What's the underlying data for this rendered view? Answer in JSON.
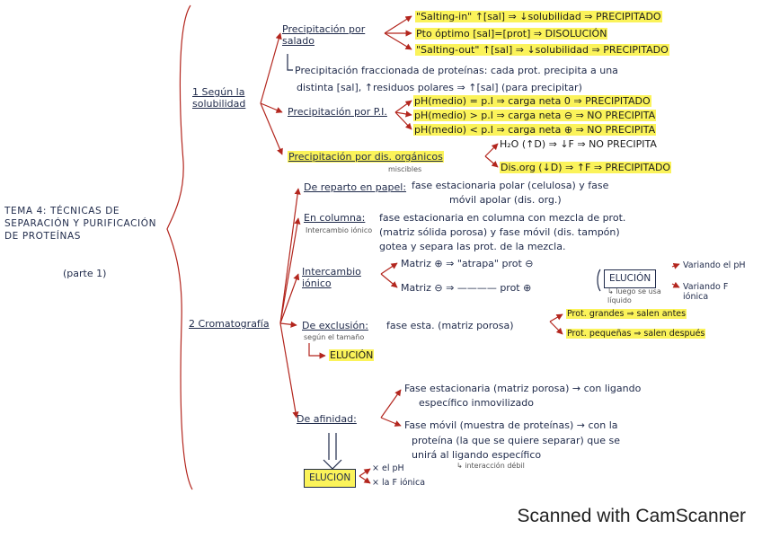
{
  "title": "Tema 4: Técnicas de separación y purificación de proteínas",
  "subtitle": "(parte 1)",
  "section1": {
    "label": "1 Según la solubilidad",
    "salado": "Precipitación por salado",
    "salting_in": "\"Salting-in\" ↑[sal] ⇒ ↓solubilidad ⇒ PRECIPITADO",
    "pto_optimo": "Pto óptimo [sal]=[prot] ⇒ DISOLUCIÓN",
    "salting_out": "\"Salting-out\" ↑[sal] ⇒ ↓solubilidad ⇒ PRECIPITADO",
    "fraccionada_line1": "Precipitación fraccionada de proteínas: cada prot. precipita a una",
    "fraccionada_line2": "distinta [sal], ↑residuos polares ⇒ ↑[sal] (para precipitar)",
    "pi": "Precipitación por P.I.",
    "ph_eq": "pH(medio) = p.I ⇒ carga neta 0 ⇒ PRECIPITADO",
    "ph_gt": "pH(medio) > p.I ⇒ carga neta ⊖ ⇒ NO PRECIPITA",
    "ph_lt": "pH(medio) < p.I ⇒ carga neta ⊕ ⇒ NO PRECIPITA",
    "organicos": "Precipitación por dis. orgánicos",
    "miscibles": "miscibles",
    "h2o": "H₂O (↑D) ⇒ ↓F ⇒ NO PRECIPITA",
    "disorg": "Dis.org (↓D) ⇒ ↑F ⇒ PRECIPITADO"
  },
  "section2": {
    "label": "2 Cromatografía",
    "reparto": "De reparto en papel:",
    "reparto_l1": "fase estacionaria polar (celulosa) y fase",
    "reparto_l2": "móvil apolar (dis. org.)",
    "columna": "En columna:",
    "columna_note": "Intercambio iónico",
    "columna_l1": "fase estacionaria en columna con mezcla de prot.",
    "columna_l2": "(matriz sólida porosa) y fase móvil (dis. tampón)",
    "columna_l3": "gotea y separa las prot. de la mezcla.",
    "intercambio": "Intercambio iónico",
    "matriz_pos": "Matriz ⊕ ⇒ \"atrapa\" prot ⊖",
    "matriz_neg": "Matriz ⊖ ⇒ ———— prot ⊕",
    "elucion_box": "ELUCIÓN",
    "elucion_note": "↳ luego se usa líquido",
    "variando_ph": "Variando el pH",
    "variando_fi": "Variando F iónica",
    "exclusion": "De exclusión:",
    "exclusion_note": "según el tamaño",
    "exclusion_text": "fase esta. (matriz porosa)",
    "grandes": "Prot. grandes ⇒ salen antes",
    "pequenas": "Prot. pequeñas ⇒ salen después",
    "exclusion_elucion": "ELUCIÓN",
    "afinidad": "De afinidad:",
    "af_est_l1": "Fase estacionaria (matriz porosa) → con ligando",
    "af_est_l2": "específico inmovilizado",
    "af_mov_l1": "Fase móvil (muestra de proteínas) → con la",
    "af_mov_l2": "proteína (la que se quiere separar) que se",
    "af_mov_l3": "unirá al ligando específico",
    "af_mov_l4": "↳ interacción débil",
    "af_elucion": "ELUCION",
    "af_ph": "× el pH",
    "af_fi": "× la F iónica"
  },
  "footer": "Scanned with CamScanner",
  "colors": {
    "ink": "#1f2a4a",
    "arrow": "#b3261e",
    "highlight": "#fbf35a"
  }
}
